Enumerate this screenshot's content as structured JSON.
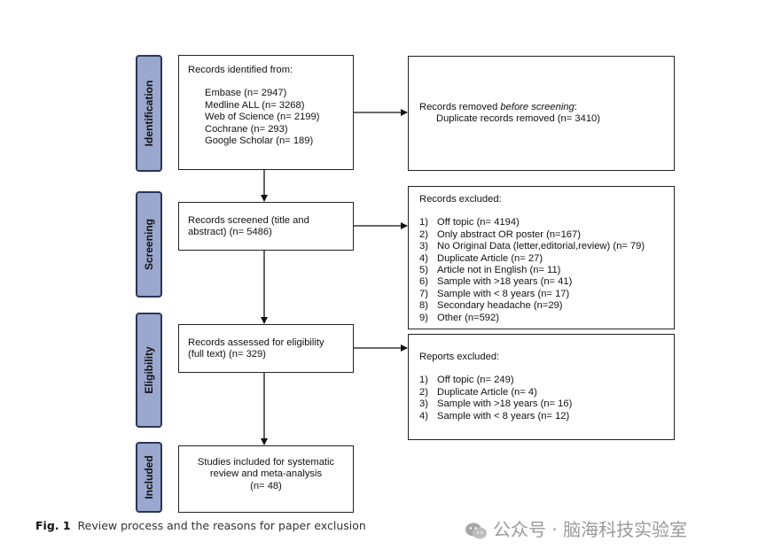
{
  "stages": {
    "identification": "Identification",
    "screening": "Screening",
    "eligibility": "Eligibility",
    "included": "Included"
  },
  "identified": {
    "heading": "Records identified from:",
    "sources": [
      "Embase (n= 2947)",
      "Medline ALL (n= 3268)",
      "Web of Science (n= 2199)",
      "Cochrane (n= 293)",
      "Google Scholar (n= 189)"
    ]
  },
  "removed": {
    "prefix": "Records removed ",
    "emphasis": "before screening",
    "suffix": ":",
    "detail": "Duplicate records removed (n= 3410)"
  },
  "screened": {
    "line1": "Records screened (title and",
    "line2": "abstract) (n= 5486)"
  },
  "excluded": {
    "heading": "Records excluded:",
    "items": [
      {
        "num": "1)",
        "text": "Off topic (n= 4194)"
      },
      {
        "num": "2)",
        "text": "Only abstract OR poster (n=167)"
      },
      {
        "num": "3)",
        "text": "No Original Data (letter,editorial,review) (n= 79)"
      },
      {
        "num": "4)",
        "text": "Duplicate Article (n= 27)"
      },
      {
        "num": "5)",
        "text": "Article not in English (n= 11)"
      },
      {
        "num": "6)",
        "text": "Sample with >18 years (n= 41)"
      },
      {
        "num": "7)",
        "text": "Sample with < 8 years (n= 17)"
      },
      {
        "num": "8)",
        "text": "Secondary headache (n=29)"
      },
      {
        "num": "9)",
        "text": "Other (n=592)"
      }
    ]
  },
  "assessed": {
    "line1": "Records assessed for eligibility",
    "line2": "(full text) (n= 329)"
  },
  "reports_excluded": {
    "heading": "Reports excluded:",
    "items": [
      {
        "num": "1)",
        "text": "Off topic (n= 249)"
      },
      {
        "num": "2)",
        "text": "Duplicate Article (n= 4)"
      },
      {
        "num": "3)",
        "text": "Sample with >18 years (n= 16)"
      },
      {
        "num": "4)",
        "text": "Sample with < 8 years (n= 12)"
      }
    ]
  },
  "included_box": {
    "line1": "Studies included for systematic",
    "line2": "review and meta-analysis",
    "line3": "(n= 48)"
  },
  "caption": {
    "label": "Fig. 1",
    "text": "Review process and the reasons for paper exclusion"
  },
  "watermark": {
    "text": "公众号 · 脑海科技实验室"
  },
  "colors": {
    "stage_fill": "#9aa8cf",
    "stage_border": "#2b3558",
    "box_border": "#222222"
  }
}
